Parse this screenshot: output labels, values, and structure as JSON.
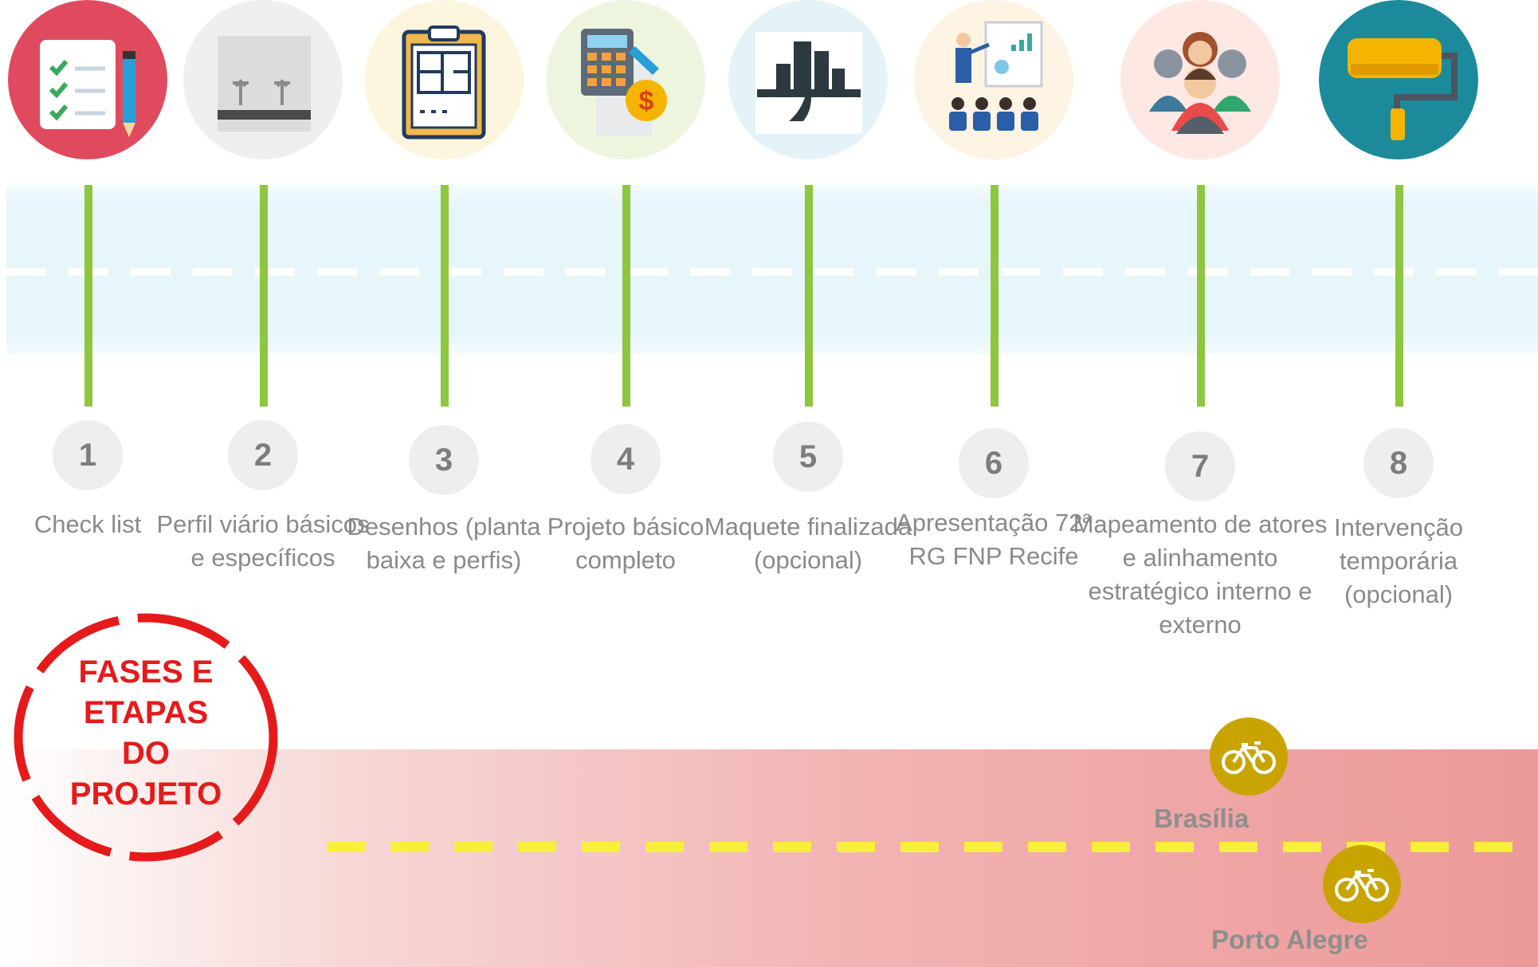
{
  "stages": [
    {
      "number": "1",
      "label": "Check list",
      "icon": "checklist-icon"
    },
    {
      "number": "2",
      "label": "Perfil viário básicos e específicos",
      "icon": "street-profile-icon"
    },
    {
      "number": "3",
      "label": "Desenhos (planta baixa e perfis)",
      "icon": "floor-plan-clipboard-icon"
    },
    {
      "number": "4",
      "label": "Projeto básico completo",
      "icon": "calculator-budget-icon"
    },
    {
      "number": "5",
      "label": "Maquete finalizada (opcional)",
      "icon": "city-model-icon"
    },
    {
      "number": "6",
      "label": "Apresentação 72ª RG FNP Recife",
      "icon": "presentation-icon"
    },
    {
      "number": "7",
      "label": "Mapeamento de atores e alinhamento estratégico interno e externo",
      "icon": "people-group-icon"
    },
    {
      "number": "8",
      "label": "Intervenção temporária (opcional)",
      "icon": "paint-roller-icon"
    }
  ],
  "stamp": {
    "line1": "FASES E",
    "line2": "ETAPAS",
    "line3": "DO",
    "line4": "PROJETO"
  },
  "cities": [
    {
      "name": "Brasília",
      "icon": "bicycle-icon"
    },
    {
      "name": "Porto Alegre",
      "icon": "bicycle-icon"
    }
  ],
  "colors": {
    "pole": "#8dc63f",
    "stamp": "#e51b1b",
    "badge": "#c9a400",
    "road_dash": "#f8ef3a"
  }
}
